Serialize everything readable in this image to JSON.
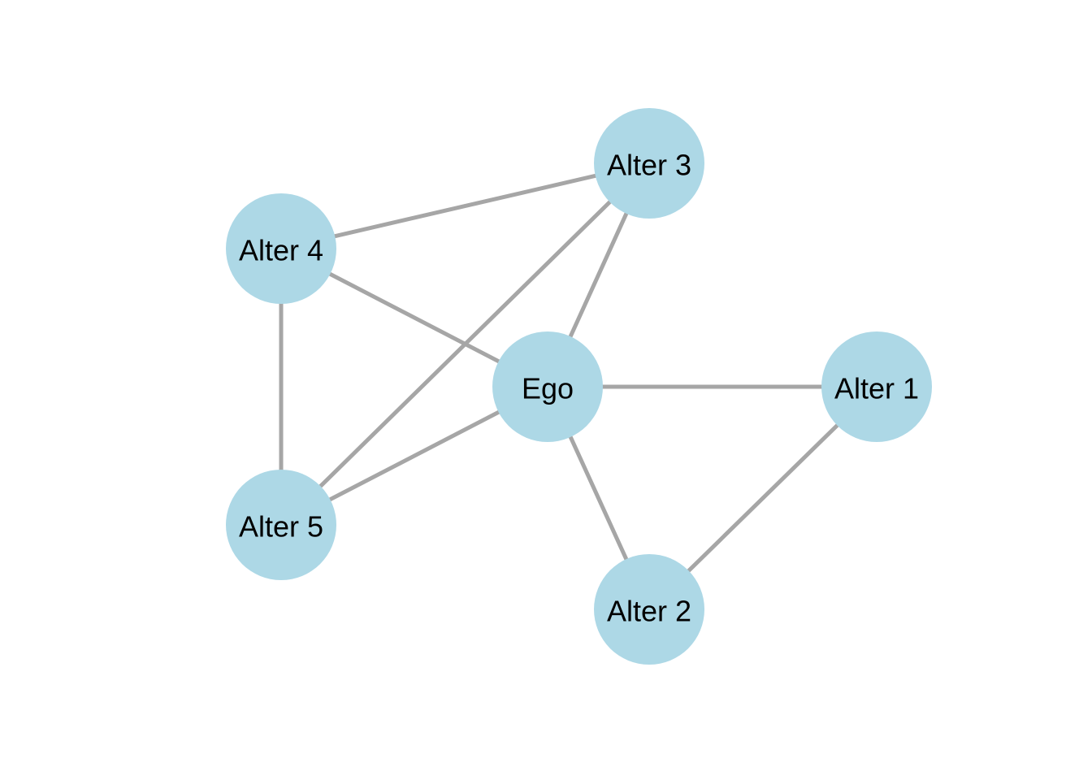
{
  "colors": {
    "node_fill": "#add8e6",
    "edge": "#a6a6a6",
    "label": "#000000",
    "background": "#ffffff"
  },
  "nodes": [
    {
      "id": "ego",
      "label": "Ego"
    },
    {
      "id": "alter1",
      "label": "Alter 1"
    },
    {
      "id": "alter2",
      "label": "Alter 2"
    },
    {
      "id": "alter3",
      "label": "Alter 3"
    },
    {
      "id": "alter4",
      "label": "Alter 4"
    },
    {
      "id": "alter5",
      "label": "Alter 5"
    }
  ],
  "edges": [
    {
      "source": "ego",
      "target": "alter1"
    },
    {
      "source": "ego",
      "target": "alter2"
    },
    {
      "source": "ego",
      "target": "alter3"
    },
    {
      "source": "ego",
      "target": "alter4"
    },
    {
      "source": "ego",
      "target": "alter5"
    },
    {
      "source": "alter1",
      "target": "alter2"
    },
    {
      "source": "alter3",
      "target": "alter4"
    },
    {
      "source": "alter3",
      "target": "alter5"
    },
    {
      "source": "alter4",
      "target": "alter5"
    }
  ]
}
